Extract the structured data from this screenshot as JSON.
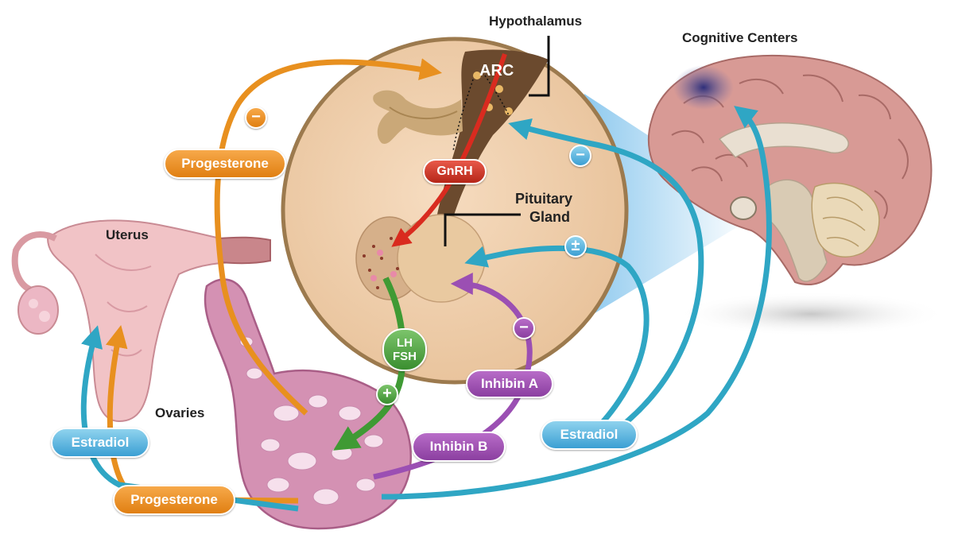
{
  "labels": {
    "hypothalamus": "Hypothalamus",
    "cognitive_centers": "Cognitive Centers",
    "arc": "ARC",
    "pituitary_line1": "Pituitary",
    "pituitary_line2": "Gland",
    "uterus": "Uterus",
    "ovaries": "Ovaries"
  },
  "hormones": {
    "progesterone_top": "Progesterone",
    "progesterone_bottom": "Progesterone",
    "gnrh": "GnRH",
    "lh": "LH",
    "fsh": "FSH",
    "inhibin_a": "Inhibin A",
    "inhibin_b": "Inhibin B",
    "estradiol_left": "Estradiol",
    "estradiol_right": "Estradiol"
  },
  "signs": {
    "progesterone_effect": "−",
    "estradiol_hypothalamus_effect": "−",
    "estradiol_pituitary_effect": "±",
    "inhibin_effect": "−",
    "lh_fsh_effect": "+"
  },
  "colors": {
    "orange": "#e8901f",
    "teal": "#2fa6c4",
    "purple": "#9b4fb3",
    "green": "#3f9a34",
    "red": "#d92b1f"
  }
}
